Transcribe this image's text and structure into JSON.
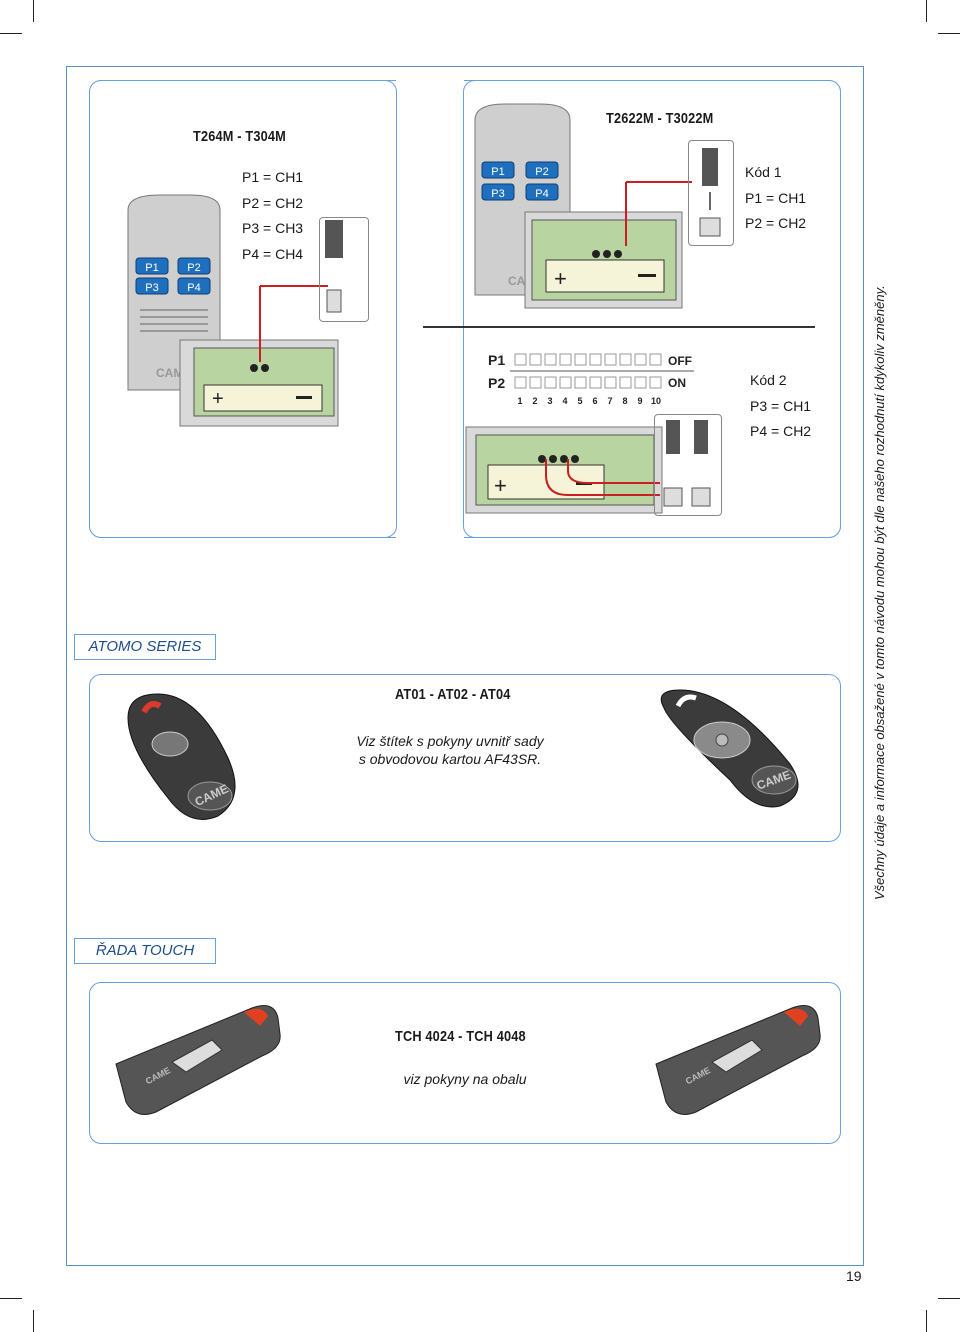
{
  "section_atomo": {
    "series_label": "ATOMO SERIES",
    "t264": {
      "model": "T264M  -  T304M",
      "buttons": [
        "P1",
        "P2",
        "P3",
        "P4"
      ],
      "mapping": [
        "P1  =  CH1",
        "P2  =  CH2",
        "P3  =  CH3",
        "P4  =  CH4"
      ],
      "brand": "CAME"
    },
    "t2622": {
      "model": "T2622M  -  T3022M",
      "buttons": [
        "P1",
        "P2",
        "P3",
        "P4"
      ],
      "brand": "CAME",
      "code1": {
        "title": "Kód 1",
        "mapping": [
          "P1  =  CH1",
          "P2  =  CH2"
        ]
      },
      "code2": {
        "title": "Kód 2",
        "mapping": [
          "P3  =  CH1",
          "P4  =  CH2"
        ]
      },
      "dip": {
        "rows": [
          "P1",
          "P2"
        ],
        "states": [
          "OFF",
          "ON"
        ],
        "numbers": [
          "1",
          "2",
          "3",
          "4",
          "5",
          "6",
          "7",
          "8",
          "9",
          "10"
        ]
      }
    },
    "at": {
      "model": "AT01  -  AT02  -  AT04",
      "note_line1": "Viz štítek s pokyny uvnitř sady",
      "note_line2": "s obvodovou kartou AF43SR.",
      "brand": "CAME"
    }
  },
  "section_touch": {
    "series_label": "ŘADA TOUCH",
    "model": "TCH  4024  -  TCH  4048",
    "note": "viz pokyny na obalu",
    "brand": "CAME"
  },
  "side_note": "Všechny údaje a informace obsažené v tomto návodu mohou být dle našeho rozhodnutí kdykoliv změněny.",
  "page_number": "19",
  "colors": {
    "frame_blue": "#5a8fc8",
    "button_blue": "#1f6fbf",
    "wire_red": "#cc1f1f",
    "pcb_green": "#b8d4a0",
    "remote_grey": "#c9c9c9"
  }
}
